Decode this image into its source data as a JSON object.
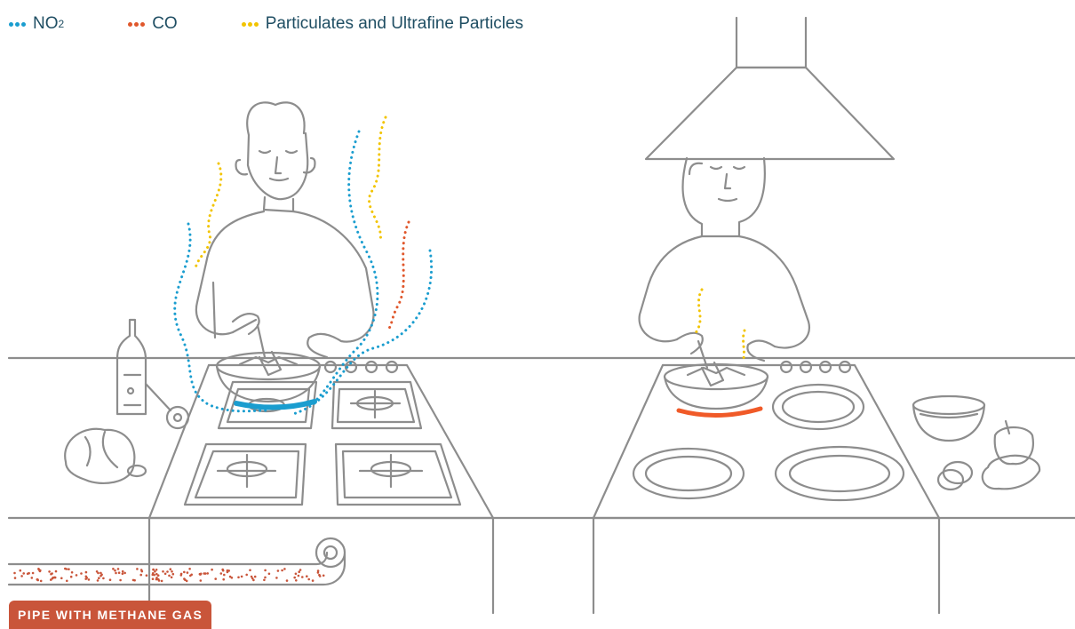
{
  "legend": {
    "items": [
      {
        "label": "NO",
        "sub": "2",
        "color": "#1a9dcf"
      },
      {
        "label": "CO",
        "sub": "",
        "color": "#e0572b"
      },
      {
        "label": "Particulates and Ultrafine Particles",
        "sub": "",
        "color": "#f2c400"
      }
    ]
  },
  "pipe": {
    "label": "PIPE WITH METHANE GAS",
    "label_bg": "#c9553a",
    "gas_color": "#c9553a"
  },
  "colors": {
    "line": "#8d8d8d",
    "flame_gas": "#1a9dcf",
    "flame_electric": "#f05a28"
  },
  "scenes": {
    "left": {
      "cook": "man",
      "stove": "gas stove with four burners"
    },
    "right": {
      "cook": "woman",
      "stove": "electric cooktop under range hood"
    }
  }
}
